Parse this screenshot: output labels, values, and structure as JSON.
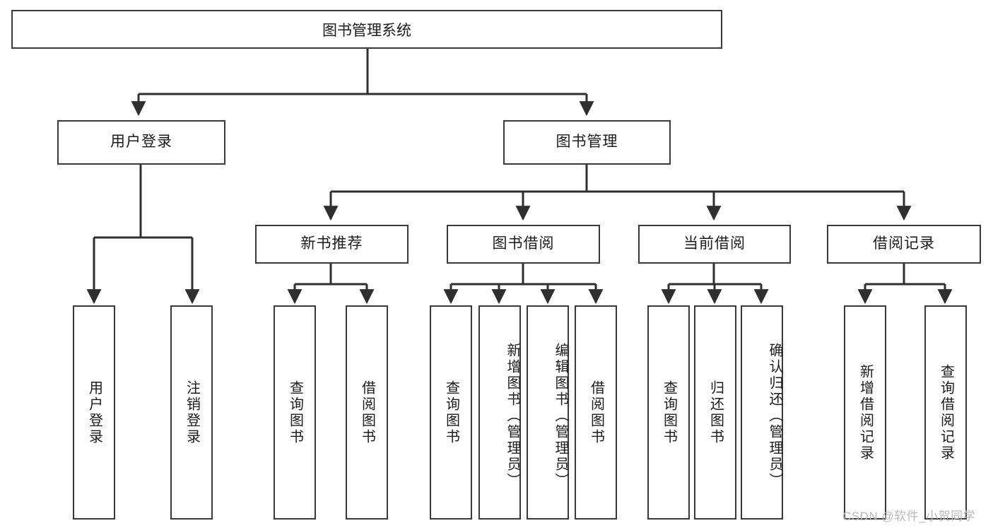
{
  "diagram": {
    "title": "图书管理系统",
    "type": "tree-hierarchy-chart",
    "colors": {
      "box_border": "#3a3a3a",
      "box_fill": "#ffffff",
      "connector": "#2f2f2f",
      "text": "#1b1b1b",
      "watermark": "#b9b9b9",
      "background": "#ffffff"
    },
    "root": {
      "label": "图书管理系统"
    },
    "level2": [
      {
        "label": "用户登录"
      },
      {
        "label": "图书管理"
      }
    ],
    "level3": [
      {
        "label": "新书推荐"
      },
      {
        "label": "图书借阅"
      },
      {
        "label": "当前借阅"
      },
      {
        "label": "借阅记录"
      }
    ],
    "leaves": {
      "user_login": [
        {
          "label": "用户登录"
        },
        {
          "label": "注销登录"
        }
      ],
      "new_book_recommend": [
        {
          "label": "查询图书"
        },
        {
          "label": "借阅图书"
        }
      ],
      "book_borrow": [
        {
          "label": "查询图书"
        },
        {
          "label": "新增图书（管理员）"
        },
        {
          "label": "编辑图书（管理员）"
        },
        {
          "label": "借阅图书"
        }
      ],
      "current_borrow": [
        {
          "label": "查询图书"
        },
        {
          "label": "归还图书"
        },
        {
          "label": "确认归还（管理员）"
        }
      ],
      "borrow_record": [
        {
          "label": "新增借阅记录"
        },
        {
          "label": "查询借阅记录"
        }
      ]
    },
    "watermark": "CSDN @软件_小贺同学"
  }
}
